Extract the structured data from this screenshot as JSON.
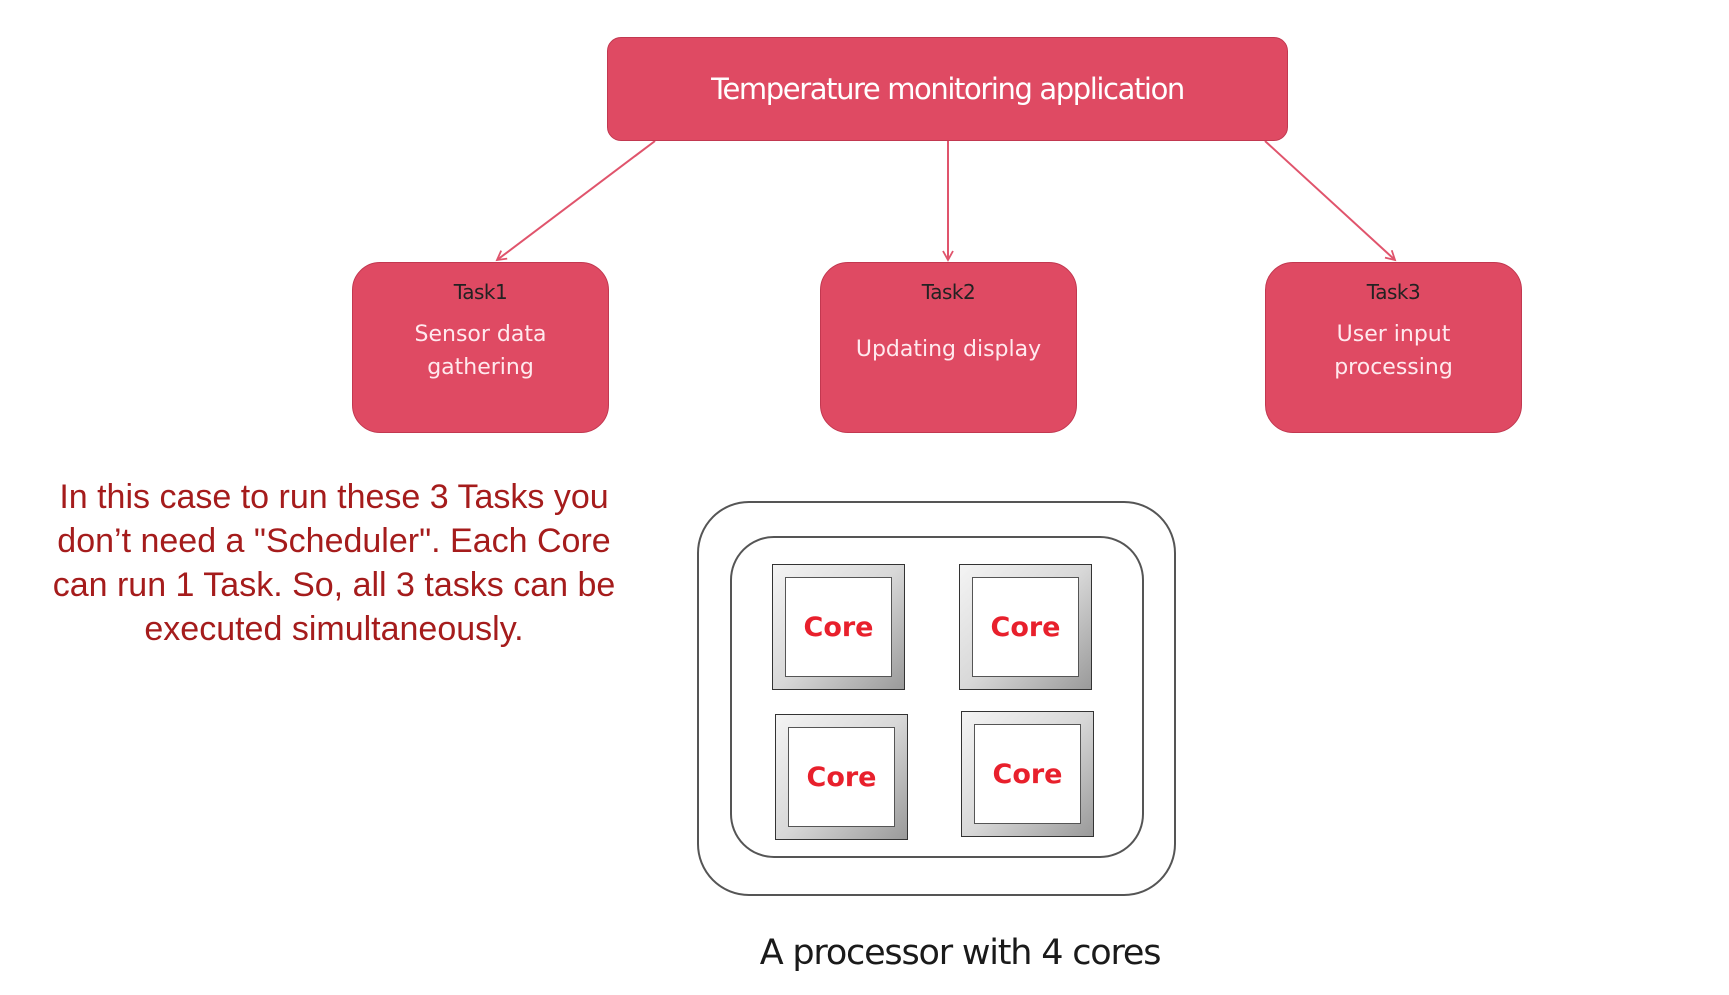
{
  "diagram": {
    "app": {
      "title": "Temperature monitoring application"
    },
    "tasks": [
      {
        "title": "Task1",
        "desc_lines": [
          "Sensor data",
          "gathering"
        ]
      },
      {
        "title": "Task2",
        "desc_lines": [
          "Updating display"
        ]
      },
      {
        "title": "Task3",
        "desc_lines": [
          "User input",
          "processing"
        ]
      }
    ],
    "note_lines": [
      "In this case to run these 3 Tasks you",
      "don’t need a \"Scheduler\". Each Core",
      "can run 1 Task. So, all 3 tasks can be",
      "executed simultaneously."
    ],
    "processor": {
      "cores": [
        {
          "label": "Core"
        },
        {
          "label": "Core"
        },
        {
          "label": "Core"
        },
        {
          "label": "Core"
        }
      ],
      "caption": "A processor with 4 cores"
    }
  },
  "colors": {
    "box_fill": "#df4a63",
    "note_text": "#a51c1c",
    "core_text": "#e8202c",
    "connector": "#e0546c"
  }
}
